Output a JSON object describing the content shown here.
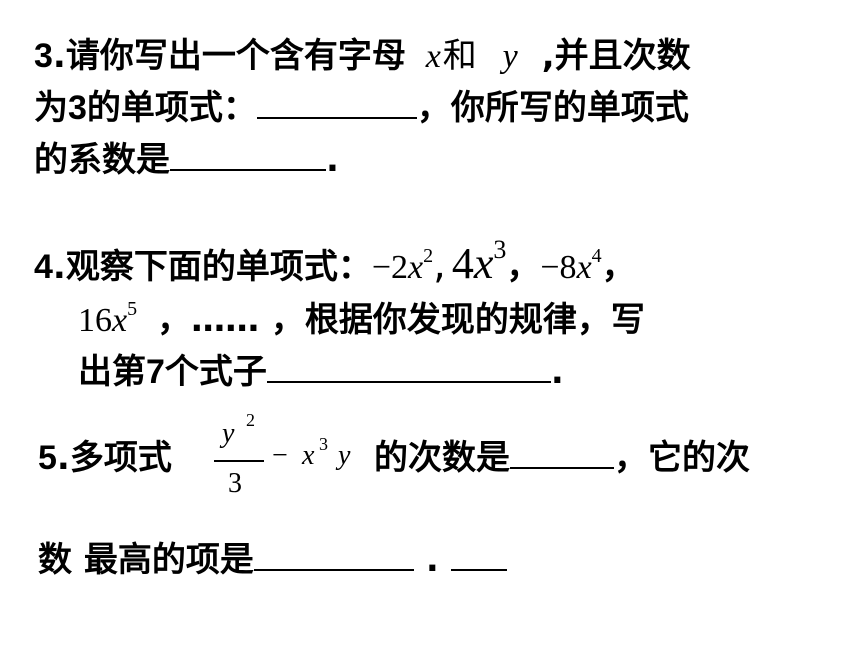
{
  "q3": {
    "number": "3",
    "text_a": ".请你写出一个含有字母",
    "var_x": "x",
    "he": "和",
    "var_y": "y",
    "text_b": ",并且次数",
    "line2_a": "为",
    "degree": "3",
    "line2_b": "的单项式：",
    "line2_c": "，你所写的单项式",
    "line3_a": "的系数是",
    "line3_end": "."
  },
  "q4": {
    "number": "4",
    "text_a": ".观察下面的单项式：",
    "terms": [
      {
        "coef": "−2",
        "var": "x",
        "exp": "2",
        "sep": ","
      },
      {
        "coef": "4",
        "var": "x",
        "exp": "3",
        "sep": "，"
      },
      {
        "coef": "−8",
        "var": "x",
        "exp": "4",
        "sep": "，"
      },
      {
        "coef": "16",
        "var": "x",
        "exp": "5",
        "sep": ""
      }
    ],
    "line2_text": "，…… ，根据你发现的规律，写",
    "line3_a": "出第",
    "nth": "7",
    "line3_b": "个式子",
    "line3_end": "."
  },
  "q5": {
    "number": "5",
    "text_a": ".多项式",
    "frac_num_var": "y",
    "frac_num_exp": "2",
    "frac_den": "3",
    "minus": "−",
    "term_var1": "x",
    "term_exp": "3",
    "term_var2": "y",
    "text_b": "的次数是",
    "text_c": "，它的次",
    "line2_a": "数",
    "line2_b": "最高的项是",
    "line2_end": "."
  }
}
